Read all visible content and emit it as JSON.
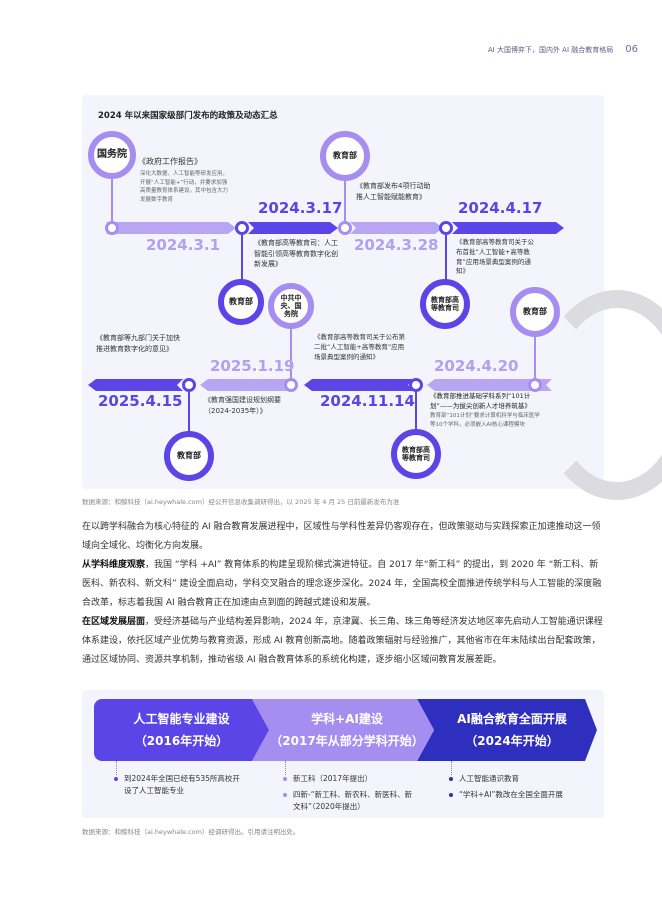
{
  "header": {
    "title": "AI 大国博弈下，国内外 AI 融合教育格局",
    "page_number": "06"
  },
  "timeline": {
    "title": "2024 年以来国家级部门发布的政策及动态汇总",
    "events": [
      {
        "date": "2024.3.1",
        "org": "国务院",
        "doc": "《政府工作报告》",
        "desc": "深化大数据、人工智能等研发应用，开展“人工智能+”行动，并要求加强高质量教育体系建设，其中包含大力发展数字教育"
      },
      {
        "date": "2024.3.17",
        "org": "教育部",
        "doc": "《教育部高等教育司：人工智能引领高等教育数字化创新发展》"
      },
      {
        "date": "2024.3.28",
        "org": "教育部",
        "doc": "《教育部发布4项行动助推人工智能赋能教育》"
      },
      {
        "date": "2024.4.17",
        "org": "教育部高等教育司",
        "doc": "《教育部高等教育司关于公布首批“人工智能+高等教育”应用场景典型案例的通知》"
      },
      {
        "date": "2024.4.20",
        "org": "教育部",
        "doc": "《教育部推进基础学科系列“101计划”——为拔尖创新人才培养筑基》",
        "desc": "教育部“101计划”要求计算机科学与临床医学等10个学科，必须嵌入AI核心课程模块"
      },
      {
        "date": "2024.11.14",
        "org": "教育部高等教育司",
        "doc": "《教育部高等教育司关于公布第二批“人工智能+高等教育”应用场景典型案例的通知》"
      },
      {
        "date": "2025.1.19",
        "org": "中共中央、国务院",
        "doc": "《教育强国建设规划纲要（2024-2035年）》"
      },
      {
        "date": "2025.4.15",
        "org": "教育部",
        "doc": "《教育部等九部门关于加快推进教育数字化的意见》"
      }
    ],
    "source": "数据来源：和鲸科技（ai.heywhale.com）经公开信息收集调研得出，以 2025 年 4 月 25 日前最新发布为准"
  },
  "paragraphs": {
    "p1": "在以跨学科融合为核心特征的 AI 融合教育发展进程中，区域性与学科性差异仍客观存在，但政策驱动与实践探索正加速推动这一领域向全域化、均衡化方向发展。",
    "p2_lead": "从学科维度观察",
    "p2": "，我国 “学科 +AI” 教育体系的构建呈现阶梯式演进特征。自 2017 年“新工科” 的提出，到 2020 年 “新工科、新医科、新农科、新文科” 建设全面启动，学科交叉融合的理念逐步深化。2024 年，全国高校全面推进传统学科与人工智能的深度融合改革，标志着我国 AI 融合教育正在加速由点到面的跨越式建设和发展。",
    "p3_lead": "在区域发展层面",
    "p3": "，受经济基础与产业结构差异影响，2024 年，京津冀、长三角、珠三角等经济发达地区率先启动人工智能通识课程体系建设，依托区域产业优势与教育资源，形成 AI 教育创新高地。随着政策辐射与经验推广，其他省市在年末陆续出台配套政策，通过区域协同、资源共享机制，推动省级 AI 融合教育体系的系统化构建，逐步缩小区域间教育发展差距。"
  },
  "stages": [
    {
      "title": "人工智能专业建设",
      "subtitle": "（2016年开始）",
      "bullets": [
        "到2024年全国已经有535所高校开设了人工智能专业"
      ]
    },
    {
      "title": "学科+AI建设",
      "subtitle": "（2017年从部分学科开始）",
      "bullets": [
        "新工科（2017年提出）",
        "四新-“新工科、新农科、新医科、新文科”（2020年提出）"
      ]
    },
    {
      "title": "AI融合教育全面开展",
      "subtitle": "（2024年开始）",
      "bullets": [
        "人工智能通识教育",
        "“学科+AI”教改在全国全面开展"
      ]
    }
  ],
  "stages_source": "数据来源：和鲸科技（ai.heywhale.com）经调研得出。引用请注明出处。",
  "colors": {
    "light_purple": "#a58ef0",
    "dark_purple": "#5b45e6",
    "navy": "#2f2fbf",
    "panel_bg": "#f4f5fc"
  }
}
